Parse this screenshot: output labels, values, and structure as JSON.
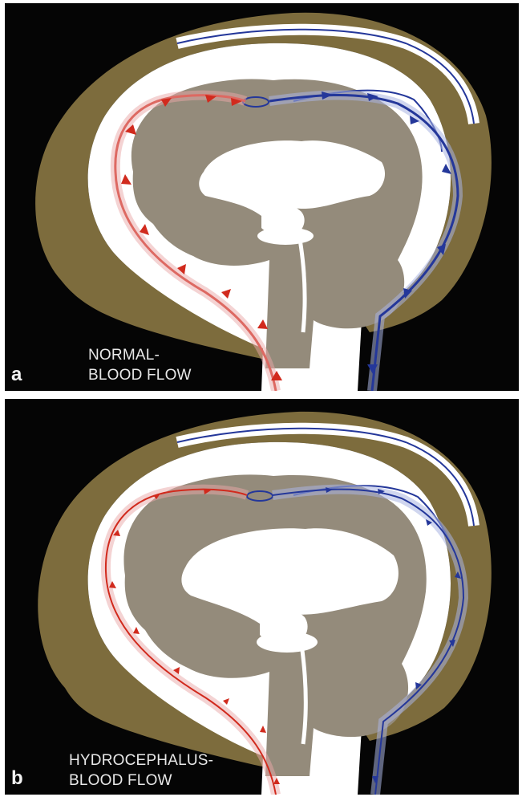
{
  "colors": {
    "background": "#050505",
    "skull": "#7d6c3d",
    "brain": "#948b7b",
    "csf": "#ffffff",
    "arterial": "#d12a1d",
    "venous": "#24379a",
    "text": "#e8e8e8"
  },
  "panels": [
    {
      "letter": "a",
      "caption_line1": "NORMAL-",
      "caption_line2": "BLOOD FLOW",
      "arrow_style": "bold"
    },
    {
      "letter": "b",
      "caption_line1": "HYDROCEPHALUS-",
      "caption_line2": "BLOOD FLOW",
      "arrow_style": "thin"
    }
  ]
}
